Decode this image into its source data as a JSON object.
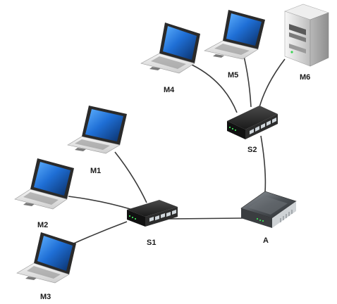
{
  "nodes": {
    "m1": {
      "label": "M1",
      "type": "laptop"
    },
    "m2": {
      "label": "M2",
      "type": "laptop"
    },
    "m3": {
      "label": "M3",
      "type": "laptop"
    },
    "m4": {
      "label": "M4",
      "type": "laptop"
    },
    "m5": {
      "label": "M5",
      "type": "laptop"
    },
    "m6": {
      "label": "M6",
      "type": "server"
    },
    "s1": {
      "label": "S1",
      "type": "switch"
    },
    "s2": {
      "label": "S2",
      "type": "switch"
    },
    "a": {
      "label": "A",
      "type": "router"
    }
  },
  "links": [
    {
      "from": "M1",
      "to": "S1"
    },
    {
      "from": "M2",
      "to": "S1"
    },
    {
      "from": "M3",
      "to": "S1"
    },
    {
      "from": "S1",
      "to": "A"
    },
    {
      "from": "A",
      "to": "S2"
    },
    {
      "from": "M4",
      "to": "S2"
    },
    {
      "from": "M5",
      "to": "S2"
    },
    {
      "from": "M6",
      "to": "S2"
    }
  ],
  "colors": {
    "link": "#3a3a3a",
    "screen": "#1f6fd6",
    "laptop_body": "#e6e6e6",
    "switch_body": "#1e1e1e",
    "led": "#39d353",
    "router_body": "#5b5f64",
    "server_body": "#dcdcdc"
  }
}
